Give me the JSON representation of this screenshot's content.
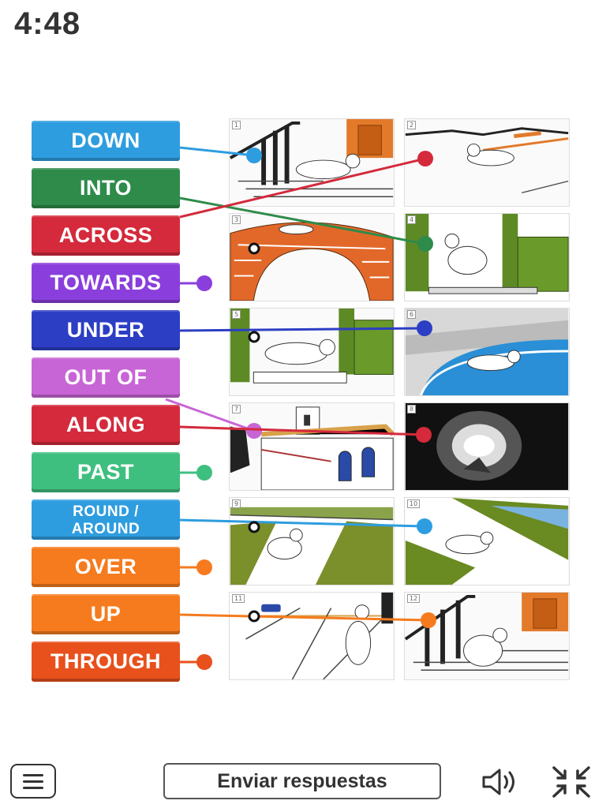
{
  "timer": "4:48",
  "labels": [
    {
      "text": "DOWN",
      "color": "#2e9ddf"
    },
    {
      "text": "INTO",
      "color": "#2e8b4a"
    },
    {
      "text": "ACROSS",
      "color": "#d42a3c"
    },
    {
      "text": "TOWARDS",
      "color": "#8a3fdc"
    },
    {
      "text": "UNDER",
      "color": "#2c3ec4"
    },
    {
      "text": "OUT OF",
      "color": "#c865d6"
    },
    {
      "text": "ALONG",
      "color": "#d42a3c"
    },
    {
      "text": "PAST",
      "color": "#3fbf7f"
    },
    {
      "text": "ROUND / AROUND",
      "line1": "ROUND /",
      "line2": "AROUND",
      "color": "#2e9ddf"
    },
    {
      "text": "OVER",
      "color": "#f57b1e"
    },
    {
      "text": "UP",
      "color": "#f57b1e"
    },
    {
      "text": "THROUGH",
      "color": "#e8501c"
    }
  ],
  "panels": [
    "1",
    "2",
    "3",
    "4",
    "5",
    "6",
    "7",
    "8",
    "9",
    "10",
    "11",
    "12"
  ],
  "footer": {
    "submit_label": "Enviar respuestas",
    "menu_icon": "hamburger-menu-icon",
    "sound_icon": "speaker-icon",
    "collapse_icon": "collapse-icon"
  }
}
